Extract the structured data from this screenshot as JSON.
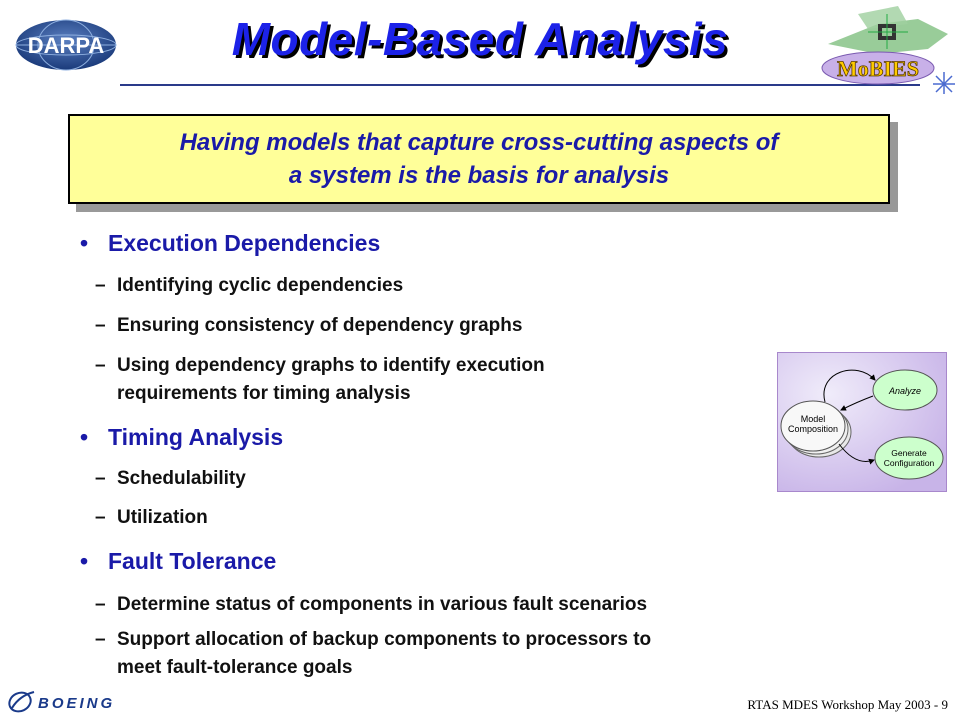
{
  "header": {
    "title": "Model-Based Analysis",
    "darpa_logo_text": "DARPA",
    "mobies_logo_text": "MoBIES"
  },
  "callout": {
    "line1": "Having models that capture cross-cutting aspects of",
    "line2": "a system is the basis for analysis"
  },
  "sections": [
    {
      "heading": "Execution Dependencies",
      "items": [
        "Identifying cyclic dependencies",
        "Ensuring consistency of dependency graphs",
        "Using dependency graphs to identify execution",
        "requirements for timing analysis"
      ]
    },
    {
      "heading": "Timing Analysis",
      "items": [
        "Schedulability",
        "Utilization"
      ]
    },
    {
      "heading": "Fault Tolerance",
      "items": [
        "Determine status of components in various fault scenarios",
        "Support allocation of backup components to processors to",
        "meet fault-tolerance goals"
      ]
    }
  ],
  "bullet_glyph": "•",
  "dash_glyph": "–",
  "diagram": {
    "node_model_line1": "Model",
    "node_model_line2": "Composition",
    "node_analyze": "Analyze",
    "node_generate_line1": "Generate",
    "node_generate_line2": "Configuration"
  },
  "footer": {
    "boeing_logo_text": "BOEING",
    "text": "RTAS MDES Workshop May 2003 - 9"
  },
  "colors": {
    "title": "#1c22e8",
    "heading": "#1a1aa8",
    "callout_bg": "#ffff99",
    "diagram_bg": "#d8c8f0",
    "node_green": "#ccffcc"
  }
}
